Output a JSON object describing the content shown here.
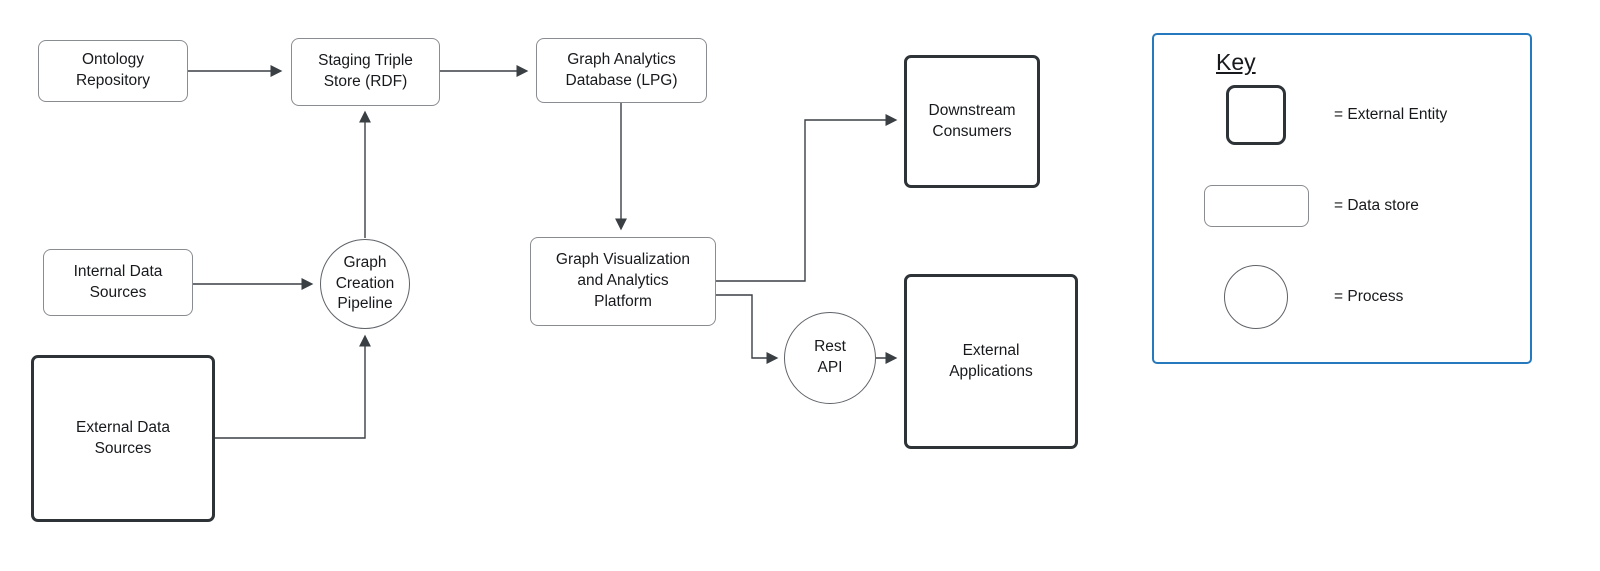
{
  "diagram": {
    "nodes": {
      "ontology_repository": {
        "label": "Ontology Repository",
        "type": "data-store"
      },
      "staging_triple_store": {
        "label": "Staging Triple Store (RDF)",
        "type": "data-store"
      },
      "graph_analytics_db": {
        "label": "Graph Analytics Database (LPG)",
        "type": "data-store"
      },
      "internal_data_sources": {
        "label": "Internal Data Sources",
        "type": "data-store"
      },
      "external_data_sources": {
        "label": "External Data Sources",
        "type": "external-entity"
      },
      "graph_creation_pipeline": {
        "label": "Graph Creation Pipeline",
        "type": "process"
      },
      "graph_viz_platform": {
        "label": "Graph Visualization and Analytics Platform",
        "type": "data-store"
      },
      "downstream_consumers": {
        "label": "Downstream Consumers",
        "type": "external-entity"
      },
      "rest_api": {
        "label": "Rest API",
        "type": "process"
      },
      "external_applications": {
        "label": "External Applications",
        "type": "external-entity"
      }
    },
    "edges": [
      {
        "from": "ontology_repository",
        "to": "staging_triple_store"
      },
      {
        "from": "staging_triple_store",
        "to": "graph_analytics_db"
      },
      {
        "from": "graph_analytics_db",
        "to": "graph_viz_platform"
      },
      {
        "from": "internal_data_sources",
        "to": "graph_creation_pipeline"
      },
      {
        "from": "external_data_sources",
        "to": "graph_creation_pipeline"
      },
      {
        "from": "graph_creation_pipeline",
        "to": "staging_triple_store"
      },
      {
        "from": "graph_viz_platform",
        "to": "downstream_consumers"
      },
      {
        "from": "graph_viz_platform",
        "to": "rest_api"
      },
      {
        "from": "rest_api",
        "to": "external_applications"
      }
    ],
    "key": {
      "title": "Key",
      "items": [
        {
          "glyph": "external-entity-glyph",
          "label": "= External Entity"
        },
        {
          "glyph": "data-store-glyph",
          "label": "= Data store"
        },
        {
          "glyph": "process-glyph",
          "label": "= Process"
        }
      ]
    },
    "colors": {
      "key_border": "#2779bd",
      "node_border_thin": "#898c90",
      "node_border_thick": "#2e3338",
      "arrow": "#3a3f44",
      "background": "#ffffff"
    }
  }
}
